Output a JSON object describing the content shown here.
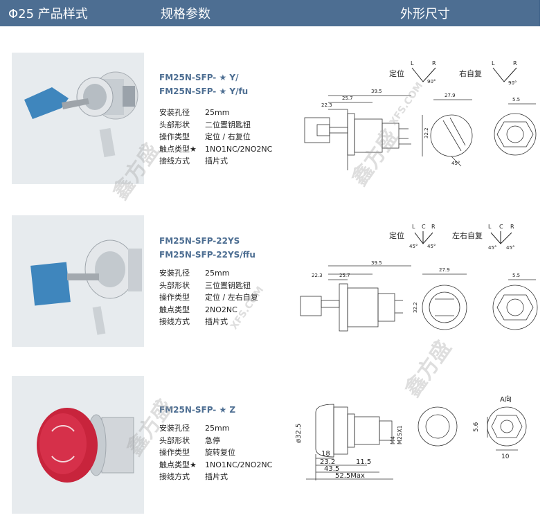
{
  "header": {
    "col1": "Φ25 产品样式",
    "col2": "规格参数",
    "col3": "外形尺寸"
  },
  "spec_labels": {
    "hole": "安装孔径",
    "head": "头部形状",
    "operation": "操作类型",
    "contact_a": "触点类型★",
    "contact_b": "触点类型",
    "wiring": "接线方式"
  },
  "products": [
    {
      "model_lines": [
        "FM25N-SFP- ★ Y/",
        "FM25N-SFP- ★ Y/fu"
      ],
      "specs": {
        "hole": "25mm",
        "head": "二位置钥匙钮",
        "operation": "定位 / 右复位",
        "contact": "1NO1NC/2NO2NC",
        "wiring": "插片式"
      },
      "positions": [
        {
          "label": "定位",
          "marks": [
            "L",
            "R"
          ],
          "angle": "90°"
        },
        {
          "label": "右自复",
          "marks": [
            "L",
            "R"
          ],
          "angle": "90°"
        }
      ],
      "dims": {
        "d1": "22.3",
        "d2": "39.5",
        "d3": "25.7",
        "d4": "27.9",
        "d5": "5.5",
        "d6": "32.2",
        "d7": "45°"
      }
    },
    {
      "model_lines": [
        "FM25N-SFP-22YS",
        "FM25N-SFP-22YS/ffu"
      ],
      "specs": {
        "hole": "25mm",
        "head": "三位置钥匙钮",
        "operation": "定位 / 左右自复",
        "contact": "2NO2NC",
        "wiring": "插片式"
      },
      "positions": [
        {
          "label": "定位",
          "marks": [
            "L",
            "C",
            "R"
          ],
          "angle_l": "45°",
          "angle_r": "45°"
        },
        {
          "label": "左右自复",
          "marks": [
            "L",
            "C",
            "R"
          ],
          "angle_l": "45°",
          "angle_r": "45°"
        }
      ],
      "dims": {
        "d1": "22.3",
        "d2": "39.5",
        "d3": "25.7",
        "d4": "27.9",
        "d5": "5.5",
        "d6": "32.2"
      }
    },
    {
      "model_lines": [
        "FM25N-SFP- ★ Z"
      ],
      "specs": {
        "hole": "25mm",
        "head": "急停",
        "operation": "旋转复位",
        "contact": "1NO1NC/2NO2NC",
        "wiring": "插片式"
      },
      "view_label": "A向",
      "dims": {
        "d1": "ø32.5",
        "d2": "18",
        "d3": "23.2",
        "d4": "11.5",
        "d5": "43.5",
        "d6": "52.5Max",
        "d7": "M25X1",
        "d8": "M4",
        "d9": "5.6",
        "d10": "10"
      }
    }
  ],
  "watermark": {
    "brand": "鑫方盛",
    "site": "XFS.COM"
  }
}
